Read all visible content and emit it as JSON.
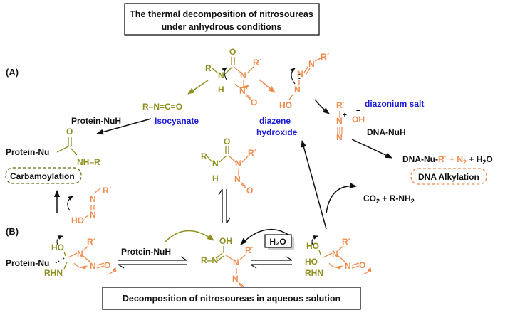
{
  "colors": {
    "olive": "#8f8f1e",
    "orange": "#f08a4b",
    "blue": "#1a1adb",
    "black": "#111111"
  },
  "title_top": {
    "line1": "The thermal decomposition of nitrosoureas",
    "line2": "under anhydrous conditions"
  },
  "title_bottom": "Decomposition of nitrosoureas in aqueous solution",
  "panel_a": "(A)",
  "panel_b": "(B)",
  "labels": {
    "isocyanate": "Isocyanate",
    "diazene": "diazene",
    "hydroxide": "hydroxide",
    "diazonium_salt": "diazonium salt",
    "carbamoylation": "Carbamoylation",
    "dna_alkylation": "DNA Alkylation",
    "protein_nuh_top": "Protein-NuH",
    "protein_nuh_bottom": "Protein-NuH",
    "dna_nuh": "DNA-NuH",
    "water": "H₂O"
  },
  "atoms": {
    "R": "R",
    "R_prime": "R´",
    "N": "N",
    "H": "H",
    "O": "O",
    "HO": "HO",
    "OH": "OH",
    "NH_R": "NH–R",
    "RHN": "RHN",
    "R_N": "R–N",
    "isocyanate_formula": "R–N=C=O",
    "protein_nu": "Protein-Nu",
    "plus": "+",
    "minus": "–"
  },
  "products": {
    "dna_nu": "DNA-Nu-",
    "dna_nu_r": "R´",
    "plus1": " + ",
    "n2": "N",
    "n2_sub": "2",
    "plus2": " + H",
    "h2o_sub": "2",
    "h2o_end": "O"
  },
  "co2_line": {
    "co2": "CO",
    "co2_sub": "2",
    "amine": " + R-NH",
    "amine_sub": "2"
  }
}
